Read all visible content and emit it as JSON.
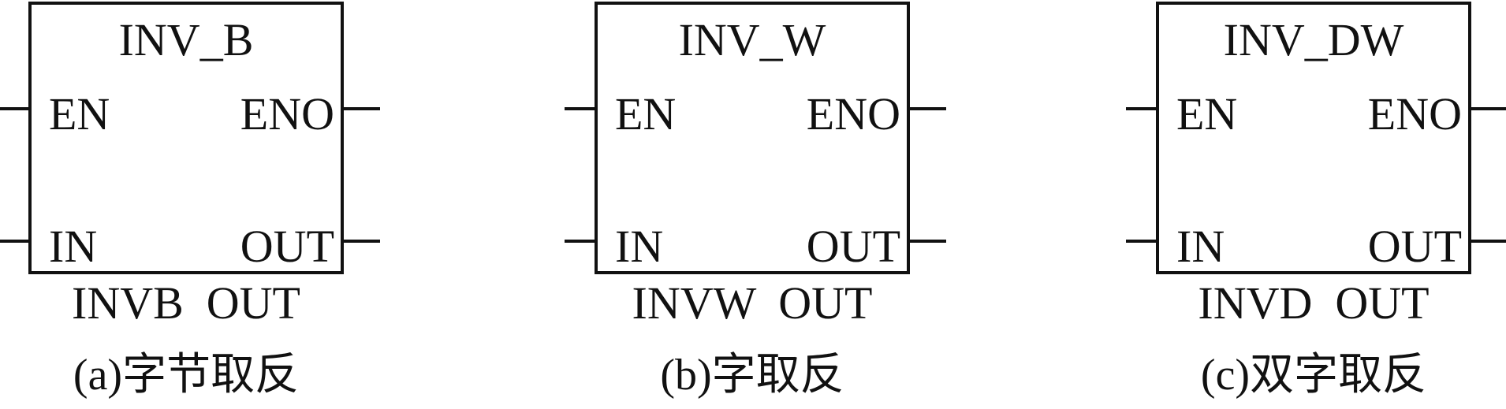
{
  "blocks": [
    {
      "title": "INV_B",
      "en_label": "EN",
      "eno_label": "ENO",
      "in_label": "IN",
      "out_label": "OUT",
      "operand": "INVB  OUT",
      "caption": "(a)字节取反"
    },
    {
      "title": "INV_W",
      "en_label": "EN",
      "eno_label": "ENO",
      "in_label": "IN",
      "out_label": "OUT",
      "operand": "INVW  OUT",
      "caption": "(b)字取反"
    },
    {
      "title": "INV_DW",
      "en_label": "EN",
      "eno_label": "ENO",
      "in_label": "IN",
      "out_label": "OUT",
      "operand": "INVD  OUT",
      "caption": "(c)双字取反"
    }
  ],
  "colors": {
    "line": "#111111",
    "background": "#ffffff"
  }
}
